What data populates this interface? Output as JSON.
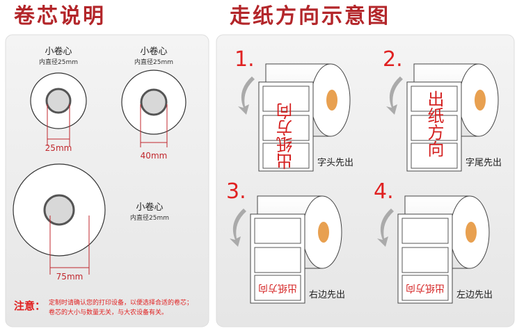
{
  "left_title": "卷芯说明",
  "right_title": "走纸方向示意图",
  "cores": [
    {
      "name": "小卷心",
      "inner": "内直径25mm",
      "size": "25mm"
    },
    {
      "name": "小卷心",
      "inner": "内直径25mm",
      "size": "40mm"
    },
    {
      "name": "小卷心",
      "inner": "内直径25mm",
      "size": "75mm"
    }
  ],
  "note": {
    "label": "注意：",
    "line1": "定制时请确认您的打印设备，以便选择合适的卷芯；",
    "line2": "卷芯的大小与数量无关，与大农设备有关。"
  },
  "directions": [
    {
      "num": "1.",
      "label_text": "出纸方向",
      "caption": "字头先出"
    },
    {
      "num": "2.",
      "label_text": "出纸方向",
      "caption": "字尾先出"
    },
    {
      "num": "3.",
      "label_text": "出纸方向",
      "caption": "右边先出"
    },
    {
      "num": "4.",
      "label_text": "出纸方向",
      "caption": "左边先出"
    }
  ],
  "colors": {
    "accent": "#e02020",
    "title": "#b3262a",
    "core": "#e8a050",
    "panel": "#efefef"
  }
}
